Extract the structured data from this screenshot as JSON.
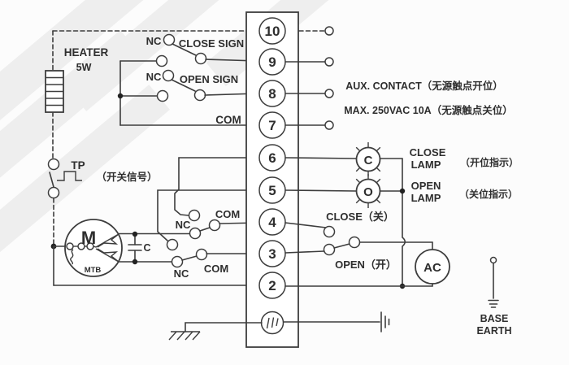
{
  "diagram": {
    "heater": {
      "label": "HEATER",
      "rating": "5W"
    },
    "terminals": {
      "numbers": [
        "10",
        "9",
        "8",
        "7",
        "6",
        "5",
        "4",
        "3",
        "2"
      ]
    },
    "signal_switches": {
      "close_nc": "NC",
      "close_label": "CLOSE SIGN",
      "open_nc": "NC",
      "open_label": "OPEN SIGN",
      "com_label": "COM"
    },
    "aux_contact": {
      "line1": "AUX. CONTACT（无源触点开位）",
      "line2": "MAX. 250VAC 10A（无源触点关位）"
    },
    "tp": {
      "label": "TP",
      "note": "（开关信号）"
    },
    "motor": {
      "label": "M",
      "thermal_label": "MTB",
      "capacitor_label": "C"
    },
    "motor_switches": {
      "upper_nc": "NC",
      "upper_com": "COM",
      "lower_nc": "NC",
      "lower_com": "COM"
    },
    "lamps": {
      "close_letter": "C",
      "close_line1": "CLOSE",
      "close_line2": "LAMP",
      "close_note": "（开位指示）",
      "open_letter": "O",
      "open_line1": "OPEN",
      "open_line2": "LAMP",
      "open_note": "（关位指示）"
    },
    "commands": {
      "close": "CLOSE（关）",
      "open": "OPEN（开）"
    },
    "power": {
      "ac_label": "AC"
    },
    "earth": {
      "line1": "BASE",
      "line2": "EARTH"
    },
    "colors": {
      "line": "#3d3d3d",
      "text": "#2e2e2e",
      "background": "#fcfcfc",
      "watermark": "#ededed"
    }
  }
}
